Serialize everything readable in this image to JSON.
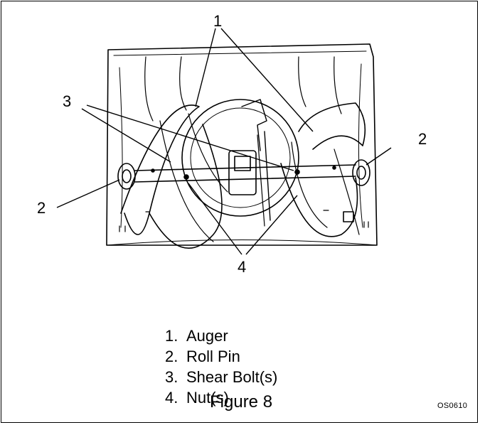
{
  "callouts": [
    {
      "id": "c1",
      "text": "1"
    },
    {
      "id": "c2l",
      "text": "2"
    },
    {
      "id": "c2r",
      "text": "2"
    },
    {
      "id": "c3",
      "text": "3"
    },
    {
      "id": "c4",
      "text": "4"
    }
  ],
  "legend": [
    {
      "num": "1.",
      "label": "Auger"
    },
    {
      "num": "2.",
      "label": "Roll Pin"
    },
    {
      "num": "3.",
      "label": "Shear Bolt(s)"
    },
    {
      "num": "4.",
      "label": "Nut(s)"
    }
  ],
  "figure_title": "Figure 8",
  "figure_code": "OS0610"
}
